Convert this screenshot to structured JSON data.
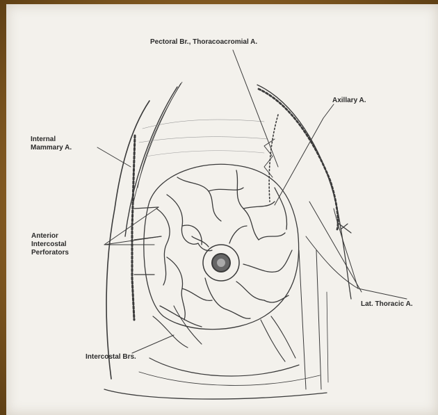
{
  "labels": {
    "pectoral": "Pectoral Br., Thoracoacromial A.",
    "axillary": "Axillary A.",
    "internal_mammary": [
      "Internal",
      "Mammary A."
    ],
    "anterior_intercostal": [
      "Anterior",
      "Intercostal",
      "Perforators"
    ],
    "lateral_thoracic": "Lat. Thoracic A.",
    "intercostal_brs": "Intercostal Brs."
  },
  "colors": {
    "page": "#f3f1ec",
    "frame": "#8a5f24",
    "ink": "#2b2b2b"
  }
}
